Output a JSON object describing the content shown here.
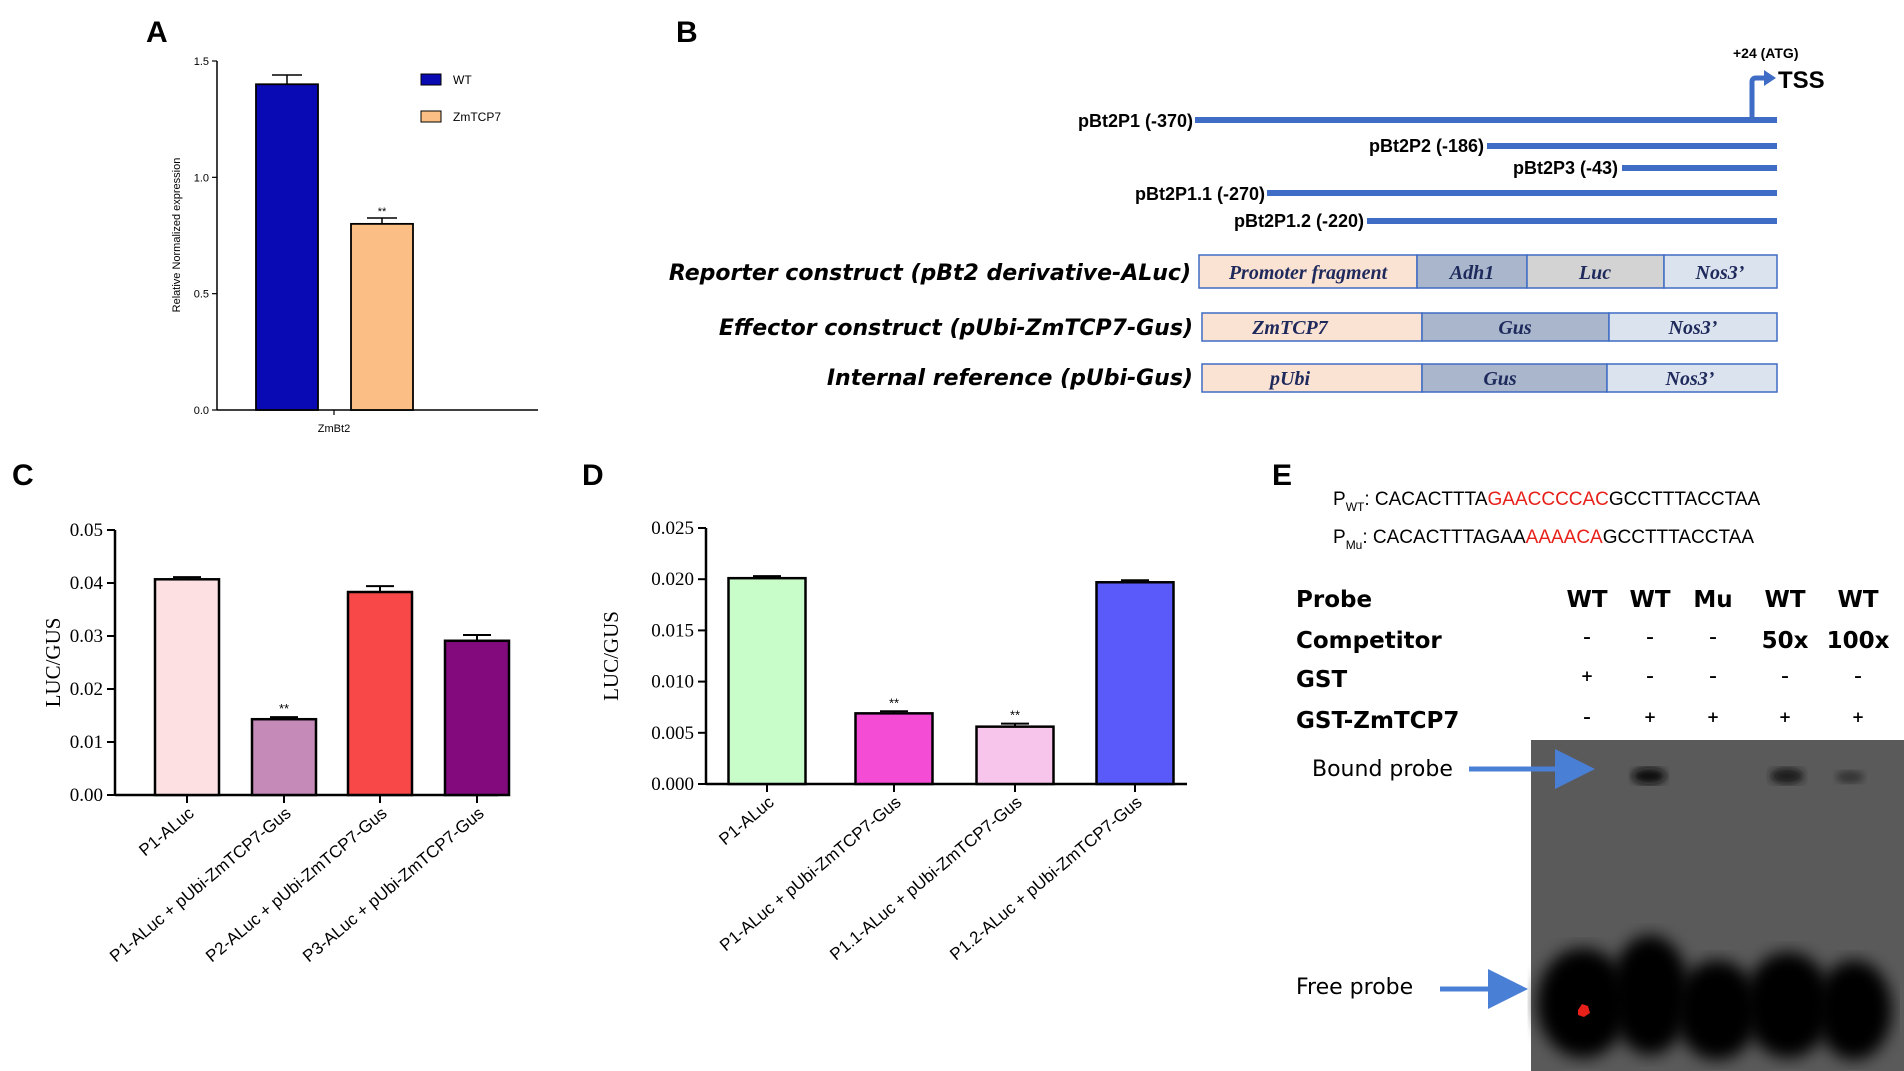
{
  "colors": {
    "wt_blue": "#0a0ab4",
    "zmtcp7_orange": "#fbbf85",
    "c_p1": "#fce0e2",
    "c_p1_eff": "#c58ab8",
    "c_p2": "#f84848",
    "c_p3": "#820a7c",
    "d_p1": "#c8fcc8",
    "d_p1_eff": "#f44cd4",
    "d_p11_eff": "#f7c4ec",
    "d_p12_eff": "#5a5afa",
    "line_blue": "#3f6cc4",
    "red_seq": "#e8201a",
    "arrow_blue": "#4a7fd6",
    "gel_bg": "#5a5a5a"
  },
  "panels": {
    "A": "A",
    "B": "B",
    "C": "C",
    "D": "D",
    "E": "E"
  },
  "chart_data": [
    {
      "panel": "A",
      "type": "bar",
      "categories": [
        "ZmBt2"
      ],
      "series": [
        {
          "name": "WT",
          "values": [
            1.4
          ],
          "error": [
            0.04
          ],
          "annotation": ""
        },
        {
          "name": "ZmTCP7",
          "values": [
            0.8
          ],
          "error": [
            0.025
          ],
          "annotation": "**"
        }
      ],
      "ylabel": "Relative Normalized expression",
      "xlabel": "ZmBt2",
      "ylim": [
        0,
        1.5
      ],
      "yticks": [
        "0.0",
        "0.5",
        "1.0",
        "1.5"
      ],
      "legend": "top-right",
      "grid": false
    },
    {
      "panel": "C",
      "type": "bar",
      "categories": [
        "P1-ALuc",
        "P1-ALuc + pUbi-ZmTCP7-Gus",
        "P2-ALuc + pUbi-ZmTCP7-Gus",
        "P3-ALuc + pUbi-ZmTCP7-Gus"
      ],
      "values": [
        0.0407,
        0.0143,
        0.0383,
        0.0291
      ],
      "errors": [
        0.0004,
        0.0004,
        0.0011,
        0.0011
      ],
      "annotations": [
        "",
        "**",
        "",
        ""
      ],
      "ylabel": "LUC/GUS",
      "ylim": [
        0,
        0.05
      ],
      "yticks": [
        "0.00",
        "0.01",
        "0.02",
        "0.03",
        "0.04",
        "0.05"
      ],
      "grid": false
    },
    {
      "panel": "D",
      "type": "bar",
      "categories": [
        "P1-ALuc",
        "P1-ALuc + pUbi-ZmTCP7-Gus",
        "P1.1-ALuc + pUbi-ZmTCP7-Gus",
        "P1.2-ALuc + pUbi-ZmTCP7-Gus"
      ],
      "values": [
        0.0201,
        0.0069,
        0.0056,
        0.0197
      ],
      "errors": [
        0.0002,
        0.0002,
        0.0003,
        0.0002
      ],
      "annotations": [
        "",
        "**",
        "**",
        ""
      ],
      "ylabel": "LUC/GUS",
      "ylim": [
        0,
        0.025
      ],
      "yticks": [
        "0.000",
        "0.005",
        "0.010",
        "0.015",
        "0.020",
        "0.025"
      ],
      "grid": false
    }
  ],
  "panelB": {
    "atg": "+24 (ATG)",
    "tss": "TSS",
    "promoters": [
      {
        "label": "pBt2P1 (-370)"
      },
      {
        "label": "pBt2P2 (-186)"
      },
      {
        "label": "pBt2P3 (-43)"
      },
      {
        "label": "pBt2P1.1 (-270)"
      },
      {
        "label": "pBt2P1.2 (-220)"
      }
    ],
    "constructs": [
      {
        "label": "Reporter construct (pBt2 derivative-ALuc)",
        "parts": [
          "Promoter fragment",
          "Adh1",
          "Luc",
          "Nos3’"
        ]
      },
      {
        "label": "Effector construct (pUbi-ZmTCP7-Gus)",
        "parts": [
          "ZmTCP7",
          "Gus",
          "Nos3’"
        ]
      },
      {
        "label": "Internal reference (pUbi-Gus)",
        "parts": [
          "pUbi",
          "Gus",
          "Nos3’"
        ]
      }
    ]
  },
  "panelE": {
    "pwt_label": "P",
    "pwt_sub": "WT",
    "pwt_a": ": CACACTTTA",
    "pwt_red": "GAACCCCAC",
    "pwt_b": "GCCTTTACCTAA",
    "pmu_label": "P",
    "pmu_sub": "Mu",
    "pmu_a": ": CACACTTTAGAA",
    "pmu_red": "AAAACA",
    "pmu_b": "GCCTTTACCTAA",
    "rows": [
      {
        "label": "Probe",
        "values": [
          "WT",
          "WT",
          "Mu",
          "WT",
          "WT"
        ]
      },
      {
        "label": "Competitor",
        "values": [
          "–",
          "–",
          "–",
          "50x",
          "100x"
        ]
      },
      {
        "label": "GST",
        "values": [
          "+",
          "–",
          "–",
          "–",
          "–"
        ]
      },
      {
        "label": "GST-ZmTCP7",
        "values": [
          "–",
          "+",
          "+",
          "+",
          "+"
        ]
      }
    ],
    "bound_probe": "Bound probe",
    "free_probe": "Free probe"
  }
}
